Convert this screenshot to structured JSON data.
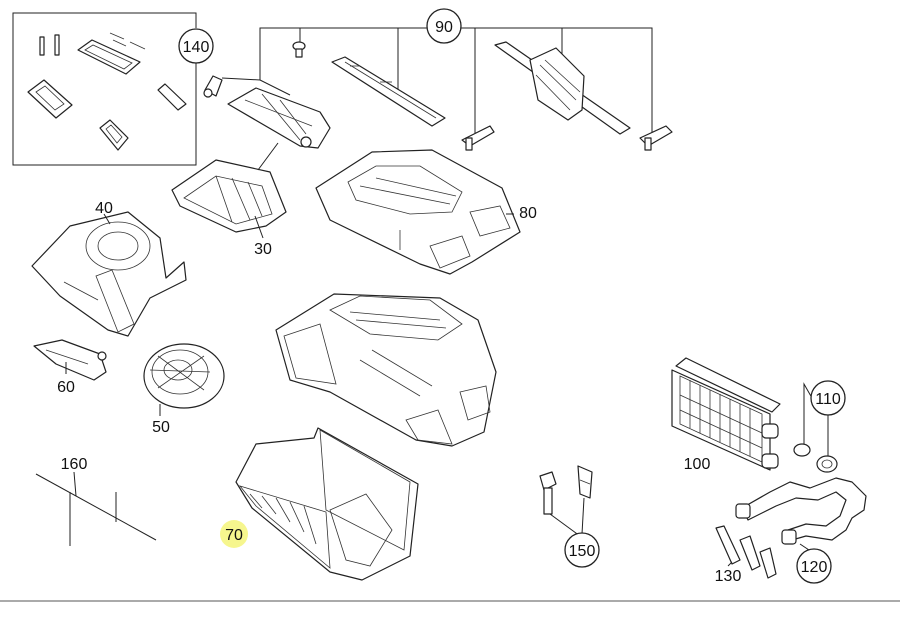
{
  "diagram": {
    "part_numbers": {
      "p140": "140",
      "p90": "90",
      "p80": "80",
      "p40": "40",
      "p30": "30",
      "p60": "60",
      "p50": "50",
      "p110": "110",
      "p100": "100",
      "p160": "160",
      "p70": "70",
      "p150": "150",
      "p130": "130",
      "p120": "120"
    },
    "highlight_color": "#f4f57a",
    "line_color": "#222222",
    "highlighted_part": "70"
  }
}
